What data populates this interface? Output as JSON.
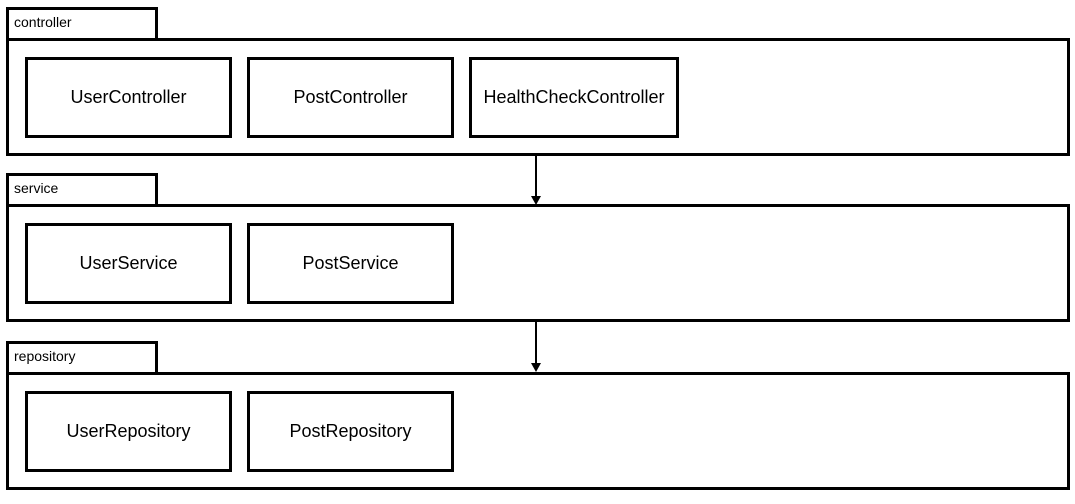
{
  "layers": [
    {
      "name": "controller",
      "components": [
        "UserController",
        "PostController",
        "HealthCheckController"
      ]
    },
    {
      "name": "service",
      "components": [
        "UserService",
        "PostService"
      ]
    },
    {
      "name": "repository",
      "components": [
        "UserRepository",
        "PostRepository"
      ]
    }
  ]
}
